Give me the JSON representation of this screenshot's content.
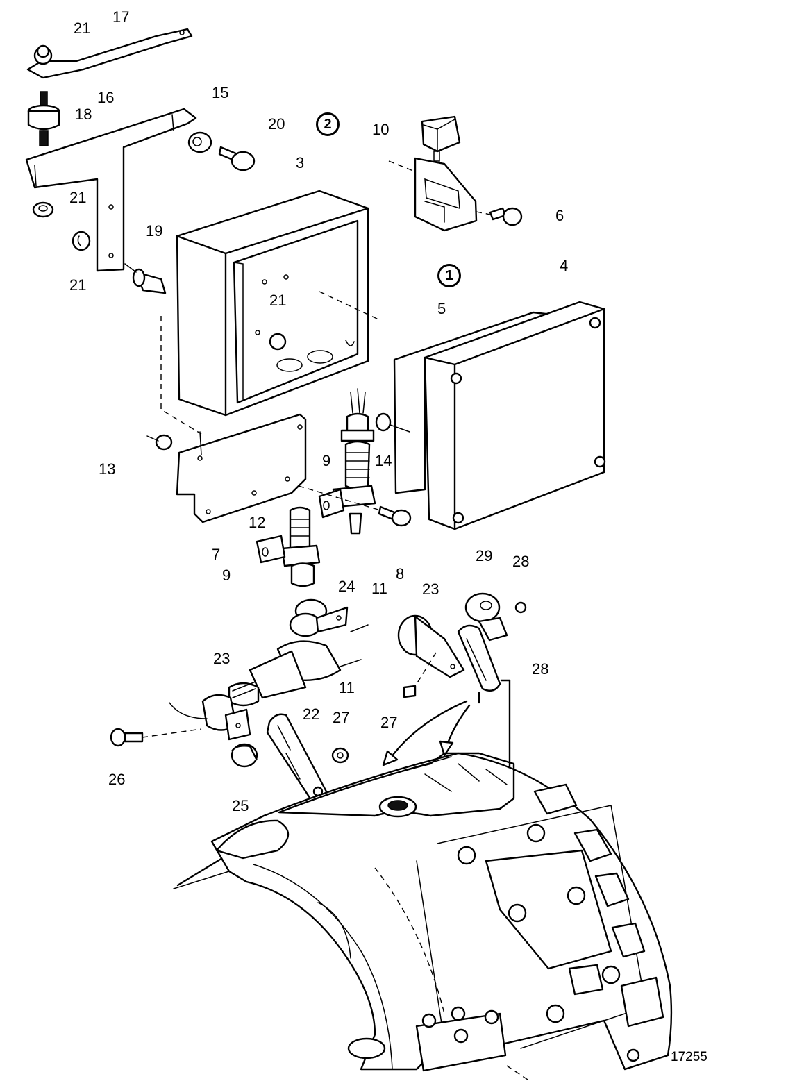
{
  "diagram": {
    "reference_number": "17255",
    "circled_labels": [
      "2",
      "1"
    ],
    "part_labels": [
      "21",
      "17",
      "16",
      "18",
      "15",
      "20",
      "10",
      "3",
      "21",
      "6",
      "4",
      "19",
      "21",
      "21",
      "5",
      "13",
      "9",
      "14",
      "12",
      "7",
      "9",
      "8",
      "29",
      "28",
      "24",
      "11",
      "23",
      "23",
      "28",
      "11",
      "22",
      "27",
      "27",
      "26",
      "25"
    ]
  }
}
